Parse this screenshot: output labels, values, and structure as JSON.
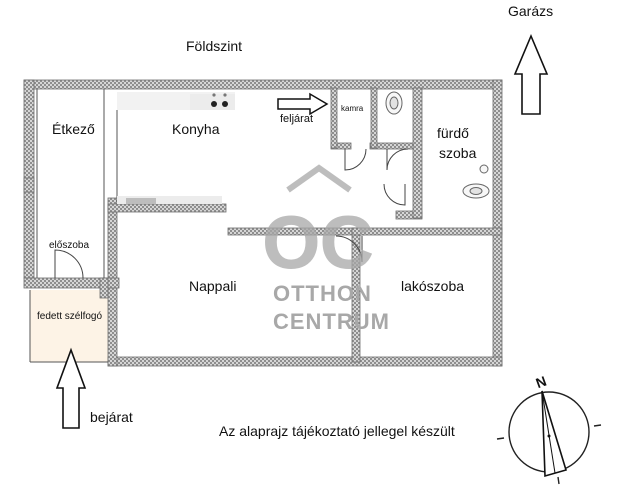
{
  "plan": {
    "level": "Földszint",
    "garage": "Garázs",
    "entrance": "bejárat",
    "disclaimer": "Az alaprajz tájékoztató jellegel készült",
    "compass_letter": "N",
    "rooms": {
      "dining": "Étkező",
      "kitchen": "Konyha",
      "stairs": "feljárat",
      "pantry": "kamra",
      "bathroom_line1": "fürdő",
      "bathroom_line2": "szoba",
      "hall": "előszoba",
      "porch": "fedett szélfogó",
      "living": "Nappali",
      "bedroom": "lakószoba"
    },
    "watermark": {
      "logo_text": "OC",
      "line1": "OTTHON",
      "line2": "CENTRUM"
    }
  },
  "colors": {
    "wall_fill": "#cfcfcf",
    "wall_line": "#6e6e6e",
    "watermark": "#9a9a9a",
    "porch_fill": "#fdf3e6"
  }
}
